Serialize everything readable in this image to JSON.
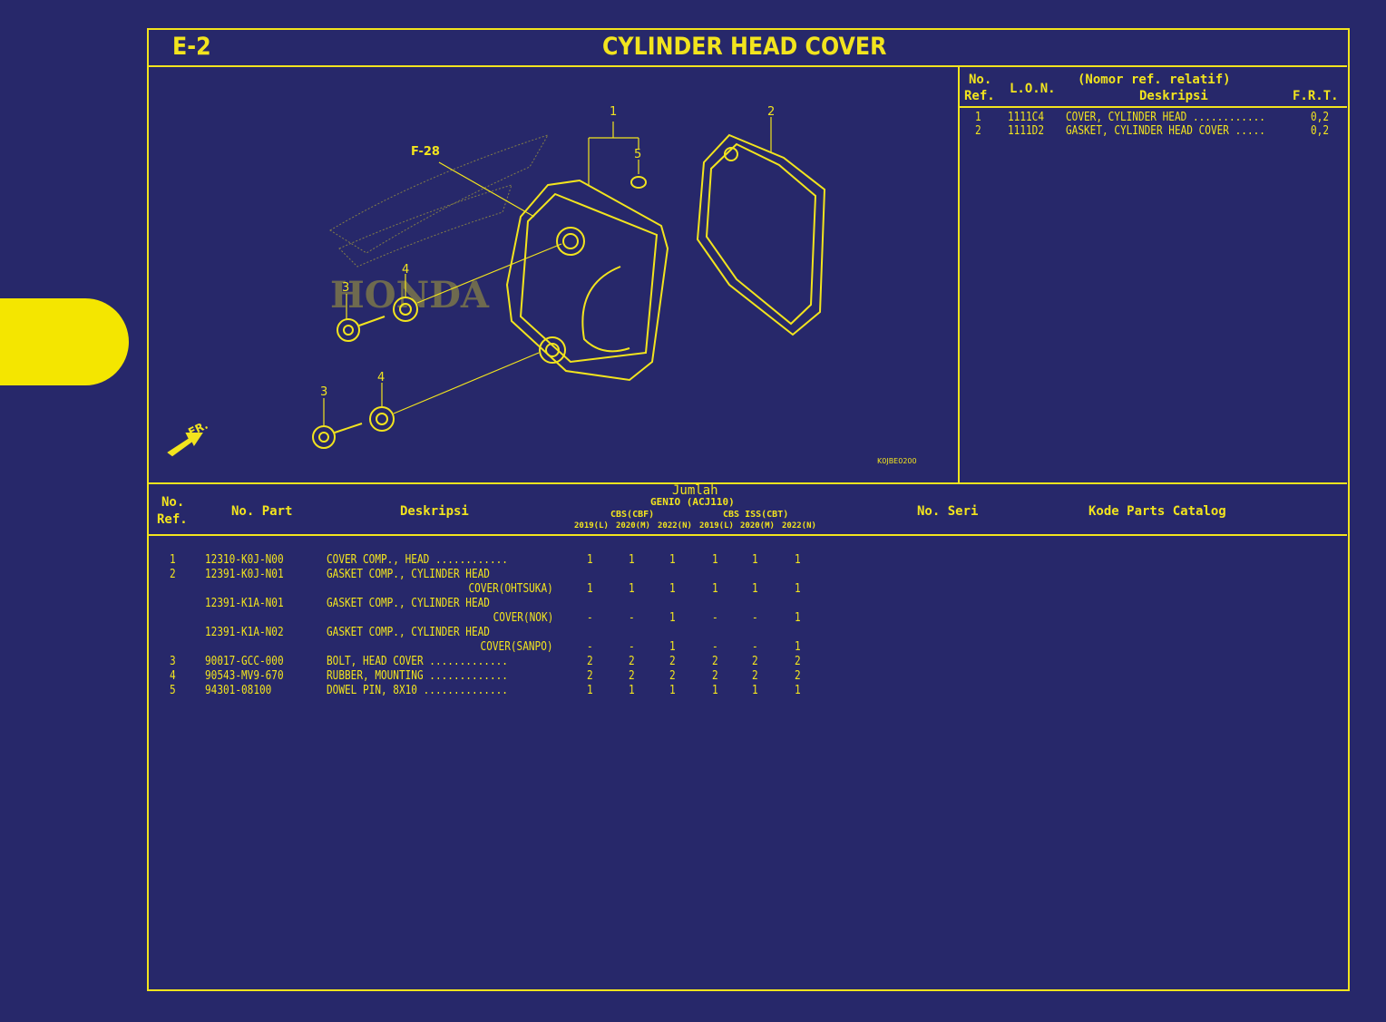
{
  "page": {
    "code": "E-2",
    "title": "CYLINDER HEAD COVER"
  },
  "colors": {
    "background": "#27286a",
    "ink": "#f2e41e",
    "tab": "#f4e600"
  },
  "diagram": {
    "callouts": [
      "1",
      "2",
      "3",
      "4",
      "5",
      "3",
      "4"
    ],
    "ref_label": "F-28",
    "front_label": "FR.",
    "drawing_code": "K0JBE0200",
    "watermark": "HONDA"
  },
  "lon_table": {
    "headers": {
      "no_ref_1": "No.",
      "no_ref_2": "Ref.",
      "lon": "L.O.N.",
      "desc_1": "(Nomor ref. relatif)",
      "desc_2": "Deskripsi",
      "frt": "F.R.T."
    },
    "rows": [
      {
        "ref": "1",
        "lon": "1111C4",
        "desc": "COVER, CYLINDER HEAD ............",
        "frt": "0,2"
      },
      {
        "ref": "2",
        "lon": "1111D2",
        "desc": "GASKET, CYLINDER HEAD COVER .....",
        "frt": "0,2"
      }
    ]
  },
  "parts_table": {
    "headers": {
      "no_ref_1": "No.",
      "no_ref_2": "Ref.",
      "part_no": "No. Part",
      "desc": "Deskripsi",
      "jumlah": "Jumlah",
      "model": "GENIO (ACJ110)",
      "group_1": "CBS(CBF)",
      "group_2": "CBS ISS(CBT)",
      "years": [
        "2019(L)",
        "2020(M)",
        "2022(N)",
        "2019(L)",
        "2020(M)",
        "2022(N)"
      ],
      "serial": "No. Seri",
      "catalog": "Kode Parts Catalog"
    },
    "rows": [
      {
        "ref": "1",
        "part_no": "12310-K0J-N00",
        "desc": [
          "COVER COMP., HEAD ............"
        ],
        "qty": [
          "1",
          "1",
          "1",
          "1",
          "1",
          "1"
        ]
      },
      {
        "ref": "2",
        "part_no": "12391-K0J-N01",
        "desc": [
          "GASKET COMP., CYLINDER HEAD",
          "COVER(OHTSUKA)"
        ],
        "qty": [
          "1",
          "1",
          "1",
          "1",
          "1",
          "1"
        ]
      },
      {
        "ref": "",
        "part_no": "12391-K1A-N01",
        "desc": [
          "GASKET COMP., CYLINDER HEAD",
          "COVER(NOK)"
        ],
        "qty": [
          "-",
          "-",
          "1",
          "-",
          "-",
          "1"
        ]
      },
      {
        "ref": "",
        "part_no": "12391-K1A-N02",
        "desc": [
          "GASKET COMP., CYLINDER HEAD",
          "COVER(SANPO)"
        ],
        "qty": [
          "-",
          "-",
          "1",
          "-",
          "-",
          "1"
        ]
      },
      {
        "ref": "3",
        "part_no": "90017-GCC-000",
        "desc": [
          "BOLT, HEAD COVER ............."
        ],
        "qty": [
          "2",
          "2",
          "2",
          "2",
          "2",
          "2"
        ]
      },
      {
        "ref": "4",
        "part_no": "90543-MV9-670",
        "desc": [
          "RUBBER, MOUNTING ............."
        ],
        "qty": [
          "2",
          "2",
          "2",
          "2",
          "2",
          "2"
        ]
      },
      {
        "ref": "5",
        "part_no": "94301-08100",
        "desc": [
          "DOWEL PIN, 8X10 .............."
        ],
        "qty": [
          "1",
          "1",
          "1",
          "1",
          "1",
          "1"
        ]
      }
    ]
  }
}
